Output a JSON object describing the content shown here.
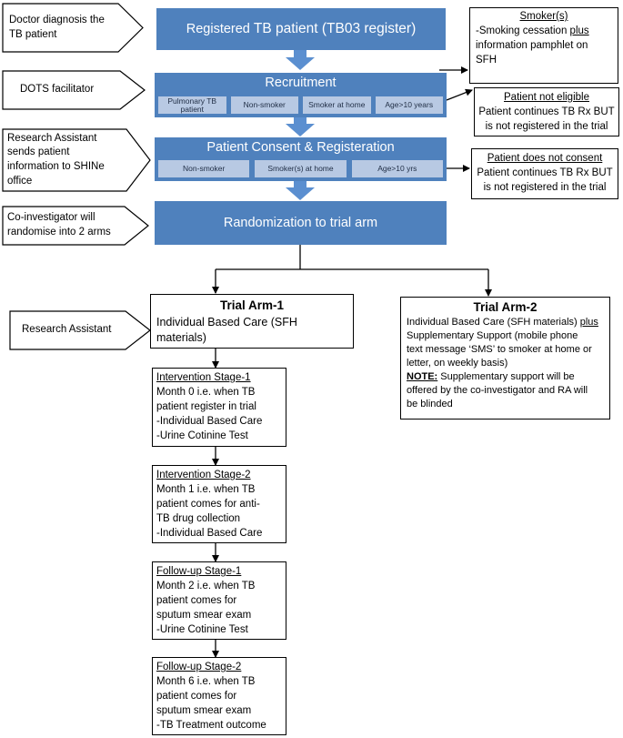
{
  "left_labels": [
    {
      "id": "doctor",
      "lines": [
        "Doctor diagnosis the",
        "TB patient"
      ]
    },
    {
      "id": "dots",
      "lines": [
        "DOTS facilitator"
      ]
    },
    {
      "id": "ra_send",
      "lines": [
        "Research Assistant",
        "sends patient",
        "information to SHINe",
        "office"
      ]
    },
    {
      "id": "coinv",
      "lines": [
        "Co-investigator will",
        "randomise into 2 arms"
      ]
    },
    {
      "id": "ra",
      "lines": [
        "Research Assistant"
      ]
    }
  ],
  "main_flow": {
    "registered": {
      "prefix": "Registered ",
      "suffix": "TB patient (TB03 register)"
    },
    "recruitment": {
      "title": "Recruitment",
      "criteria": [
        "Pulmonary TB patient",
        "Non-smoker",
        "Smoker at home",
        "Age>10 years"
      ]
    },
    "consent": {
      "title": "Patient Consent & Registeration",
      "criteria": [
        "Non-smoker",
        "Smoker(s) at home",
        "Age>10 yrs"
      ]
    },
    "randomization": {
      "title": "Randomization to trial arm"
    }
  },
  "side_boxes": {
    "smokers": {
      "title": "Smoker(s)",
      "line1_a": "-Smoking cessation ",
      "line1_b": "plus",
      "line2": "information pamphlet on",
      "line3": "SFH"
    },
    "not_eligible": {
      "title": "Patient not eligible",
      "line1": "Patient continues TB Rx BUT",
      "line2": "is not registered in the trial"
    },
    "no_consent": {
      "title": "Patient does not consent",
      "line1": "Patient continues TB Rx BUT",
      "line2": "is not registered in the trial"
    }
  },
  "arm1": {
    "title": "Trial Arm-1",
    "line1": "Individual Based Care (SFH",
    "line2": "materials)"
  },
  "arm2": {
    "title": "Trial Arm-2",
    "line1_a": "Individual Based Care (SFH materials) ",
    "line1_b": "plus",
    "line2": "Supplementary Support (mobile phone",
    "line3": "text message ‘SMS’ to smoker at home or",
    "line4": "letter, on weekly basis)",
    "note_label": "NOTE:",
    "note_a": " Supplementary support will be",
    "note_b": "offered by the co-investigator and RA will",
    "note_c": "be blinded"
  },
  "stages": [
    {
      "title": "Intervention Stage-1",
      "lines": [
        "Month 0 i.e. when TB",
        "patient register in trial",
        "-Individual Based Care",
        "-Urine Cotinine Test"
      ]
    },
    {
      "title": "Intervention Stage-2",
      "lines": [
        "Month 1 i.e. when TB",
        "patient comes for anti-",
        "TB drug collection",
        "-Individual Based Care"
      ]
    },
    {
      "title": "Follow-up Stage-1",
      "lines": [
        "Month 2 i.e. when TB",
        "patient comes for",
        "sputum smear exam",
        "-Urine Cotinine Test"
      ]
    },
    {
      "title": "Follow-up Stage-2",
      "lines": [
        "Month 6 i.e. when TB",
        "patient comes for",
        "sputum smear exam",
        "-TB Treatment outcome"
      ]
    }
  ],
  "colors": {
    "box_blue": "#4f81bd",
    "criteria_blue": "#b8c9e3",
    "arrow_blue": "#5b8fd0"
  }
}
